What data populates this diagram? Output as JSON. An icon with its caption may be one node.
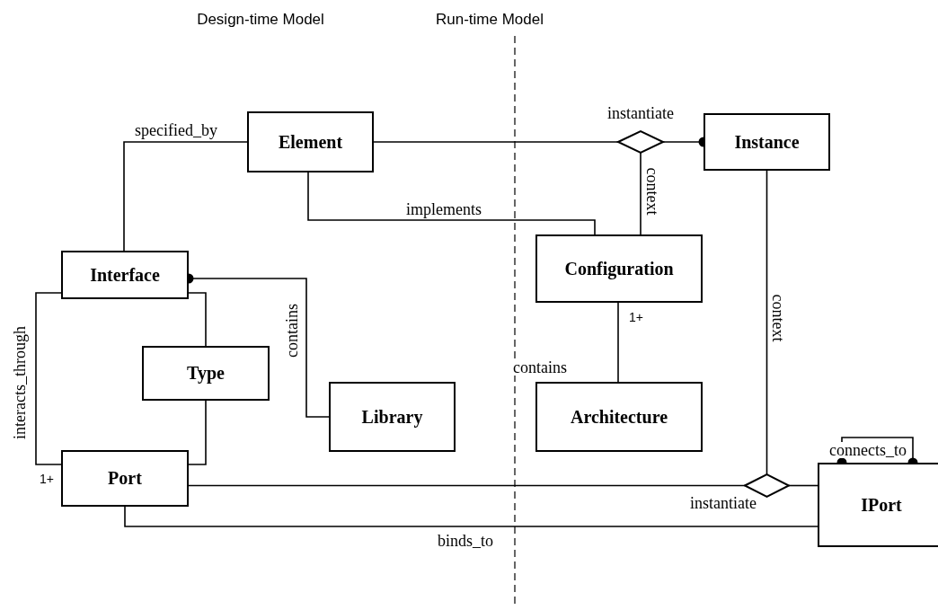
{
  "diagram": {
    "nodes": [
      {
        "text": [
          "Element"
        ]
      },
      {
        "text": [
          "Instance"
        ]
      },
      {
        "text": [
          "Interface"
        ]
      },
      {
        "text": [
          "Configuration"
        ]
      },
      {
        "text": [
          "Type"
        ]
      },
      {
        "text": [
          "Library"
        ]
      },
      {
        "text": [
          "Architecture"
        ]
      },
      {
        "text": [
          "Port"
        ]
      },
      {
        "text": [
          "IPort"
        ]
      },
      {
        "text": [],
        "shape": "diamond",
        "beside": [
          "instantiate"
        ]
      },
      {
        "text": [],
        "shape": "diamond",
        "beside": [
          "instantiate"
        ]
      }
    ],
    "edges": [
      {
        "from": 2,
        "to": 0,
        "arrow": "none",
        "label": "specified_by"
      },
      {
        "from": 0,
        "to": 9,
        "arrow": "none"
      },
      {
        "from": 9,
        "to": 1,
        "arrow": "other"
      },
      {
        "from": 9,
        "to": 3,
        "arrow": "none",
        "label": "context"
      },
      {
        "from": 0,
        "to": 3,
        "arrow": "none",
        "label": "implements"
      },
      {
        "from": 2,
        "to": 5,
        "arrow": "other",
        "label": "contains"
      },
      {
        "from": 2,
        "to": 4,
        "arrow": "none"
      },
      {
        "from": 4,
        "to": 7,
        "arrow": "none"
      },
      {
        "from": 2,
        "to": 7,
        "arrow": "none",
        "label": "interacts_through"
      },
      {
        "from": 3,
        "to": 6,
        "arrow": "none",
        "label": "contains"
      },
      {
        "from": 7,
        "to": 10,
        "arrow": "none"
      },
      {
        "from": 10,
        "to": 8,
        "arrow": "none"
      },
      {
        "from": 1,
        "to": 10,
        "arrow": "none",
        "label": "context"
      },
      {
        "from": 7,
        "to": 8,
        "arrow": "none",
        "label": "binds_to"
      },
      {
        "from": 8,
        "to": 8,
        "arrow": "other",
        "label": "connects_to"
      }
    ],
    "labels": [
      "Design-time Model",
      "Run-time Model",
      "1+",
      "1+"
    ]
  }
}
